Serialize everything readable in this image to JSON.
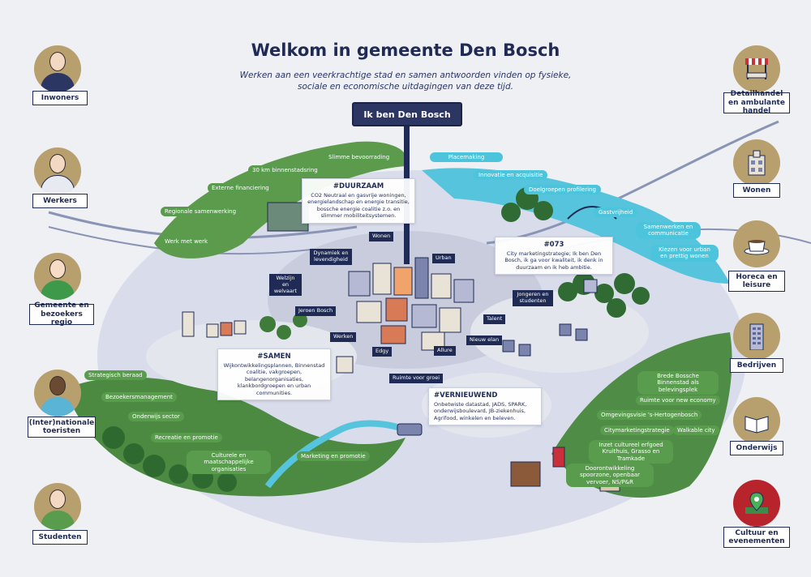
{
  "header": {
    "title": "Welkom in gemeente Den Bosch",
    "subtitle": "Werken aan een veerkrachtige stad en samen antwoorden vinden op fysieke, sociale en economische uitdagingen van deze tijd."
  },
  "sign": {
    "label": "Ik ben Den Bosch"
  },
  "left_personas": [
    {
      "label": "Inwoners"
    },
    {
      "label": "Werkers"
    },
    {
      "label": "Gemeente en bezoekers regio"
    },
    {
      "label": "(Inter)nationale toeristen"
    },
    {
      "label": "Studenten"
    }
  ],
  "right_personas": [
    {
      "label": "Detailhandel en ambulante handel"
    },
    {
      "label": "Wonen"
    },
    {
      "label": "Horeca en leisure"
    },
    {
      "label": "Bedrijven"
    },
    {
      "label": "Onderwijs"
    },
    {
      "label": "Cultuur en evenementen"
    }
  ],
  "green_top_labels": [
    "Slimme bevoorrading",
    "30 km binnenstadsring",
    "Externe financiering",
    "Regionale samenwerking",
    "Werk met werk"
  ],
  "blue_labels": [
    "Placemaking",
    "Innovatie en acquisitie",
    "Doelgroepen profilering",
    "Gastvrijheid",
    "Samenwerken en communicatie",
    "Kiezen voor urban en prettig wonen"
  ],
  "city_labels": [
    "Wonen",
    "Dynamiek en levendigheid",
    "Urban",
    "Welzijn en welvaart",
    "Jeroen Bosch",
    "Jongeren en studenten",
    "Talent",
    "Werken",
    "Nieuw elan",
    "Edgy",
    "Allure",
    "Ruimte voor groei"
  ],
  "green_left_labels": [
    "Strategisch beraad",
    "Bezoekersmanagement",
    "Onderwijs sector",
    "Recreatie en promotie",
    "Culturele en maatschappelijke organisaties",
    "Marketing en promotie"
  ],
  "green_right_labels": [
    "Brede Bossche Binnenstad als belevingsplek",
    "Ruimte voor new economy",
    "Omgevingsvisie 's-Hertogenbosch",
    "Citymarketingstrategie",
    "Walkable city",
    "Inzet cultureel erfgoed Kruithuis, Grasso en Tramkade",
    "Doorontwikkeling spoorzone, openbaar vervoer, NS/P&R"
  ],
  "info_boxes": {
    "duurzaam": {
      "heading": "#DUURZAAM",
      "body": "CO2 Neutraal en gasvrije woningen, energielandschap en energie transitie, bossche energie coalitie z.o. en slimmer mobiliteitsystemen."
    },
    "o73": {
      "heading": "#073",
      "body": "City marketingstrategie; Ik ben Den Bosch, ik ga voor kwaliteit, ik denk in duurzaam en ik heb ambitie."
    },
    "samen": {
      "heading": "#SAMEN",
      "body": "Wijkontwikkelingsplannen, Binnenstad coalitie, vakgroepen, belangenorganisaties, klankbordgroepen en urban communities."
    },
    "vernieuwend": {
      "heading": "#VERNIEUWEND",
      "body": "Onbetwiste datastad, JADS, SPARK, onderwijsboulevard, JB-ziekenhuis, Agrifood, winkelen en beleven."
    }
  },
  "colors": {
    "navy": "#1f2b55",
    "green": "#5a9c4e",
    "blue": "#4cc4dc",
    "gold": "#b89f6e",
    "red": "#b8242c"
  }
}
